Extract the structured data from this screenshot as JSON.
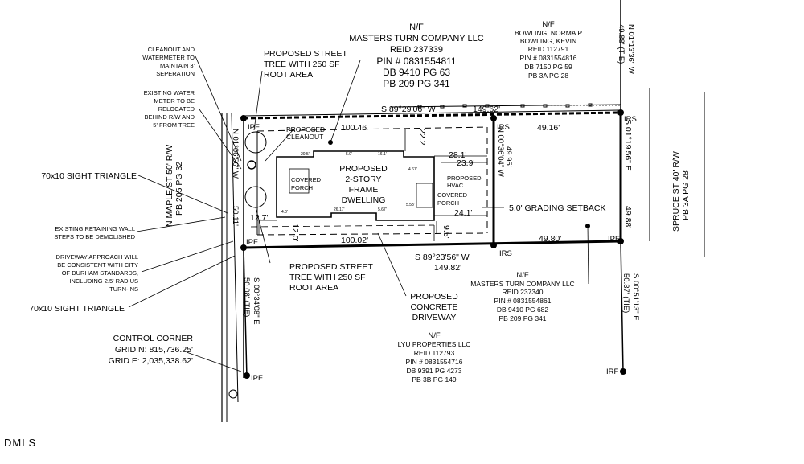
{
  "north": {
    "nf": "N/F",
    "owner": "MASTERS TURN COMPANY LLC",
    "reid": "REID 237339",
    "pin": "PIN # 0831554811",
    "db": "DB 9410 PG 63",
    "pb": "PB 209 PG 341"
  },
  "northeast": {
    "nf": "N/F",
    "owner1": "BOWLING, NORMA P",
    "owner2": "BOWLING, KEVIN",
    "reid": "REID 112791",
    "pin": "PIN # 0831554816",
    "db": "DB 7150 PG 59",
    "pb": "PB 3A PG 28"
  },
  "east": {
    "nf": "N/F",
    "owner": "MASTERS TURN COMPANY LLC",
    "reid": "REID 237340",
    "pin": "PIN # 0831554861",
    "db": "DB 9410 PG 682",
    "pb": "PB 209 PG 341"
  },
  "south": {
    "nf": "N/F",
    "owner": "LYU PROPERTIES LLC",
    "reid": "REID 112793",
    "pin": "PIN # 0831554716",
    "db": "DB 9391 PG 4273",
    "pb": "PB 3B PG 149"
  },
  "streets": {
    "maple": "N MAPLE ST 50' R/W",
    "maple_ref": "PB 205 PG 32",
    "spruce": "SPRUCE ST 40' R/W",
    "spruce_ref": "PB 3A PG 28"
  },
  "callouts": {
    "cleanout_water": [
      "CLEANOUT AND",
      "WATERMETER TO",
      "MAINTAIN 3'",
      "SEPERATION"
    ],
    "water_meter": [
      "EXISTING WATER",
      "METER TO BE",
      "RELOCATED",
      "BEHIND R/W AND",
      "5' FROM TREE"
    ],
    "sight_triangle_1": "70x10 SIGHT TRIANGLE",
    "retaining_wall": [
      "EXISTING RETAINING WALL",
      "STEPS TO BE DEMOLISHED"
    ],
    "driveway_approach": [
      "DRIVEWAY APPROACH WILL",
      "BE CONSISTENT WITH CITY",
      "OF DURHAM STANDARDS,",
      "INCLUDING 2.5' RADIUS",
      "TURN-INS"
    ],
    "sight_triangle_2": "70x10 SIGHT TRIANGLE",
    "street_tree_top": [
      "PROPOSED STREET",
      "TREE WITH 250 SF",
      "ROOT AREA"
    ],
    "street_tree_bottom": [
      "PROPOSED STREET",
      "TREE WITH 250 SF",
      "ROOT AREA"
    ],
    "proposed_cleanout": [
      "PROPOSED",
      "CLEANOUT"
    ],
    "dwelling": [
      "PROPOSED",
      "2-STORY",
      "FRAME",
      "DWELLING"
    ],
    "covered_porch_left": [
      "COVERED",
      "PORCH"
    ],
    "covered_porch_right": [
      "COVERED",
      "PORCH"
    ],
    "hvac": [
      "PROPOSED",
      "HVAC"
    ],
    "driveway": [
      "PROPOSED",
      "CONCRETE",
      "DRIVEWAY"
    ],
    "grading_setback": "5.0' GRADING SETBACK"
  },
  "control_corner": {
    "title": "CONTROL CORNER",
    "grid_n": "GRID N: 815,736.25'",
    "grid_e": "GRID E: 2,035,338.62'"
  },
  "bearings": {
    "north_line": "S 89°29'06\" W",
    "north_line_dist": "149.62'",
    "south_line": "S 89°23'56\" W",
    "south_line_dist": "149.82'",
    "east_tie": "N 01°13'36\" W",
    "east_tie_dist": "49.88' (TIE)",
    "lot_east": "S 01°19'56\" E",
    "lot_east_dist": "49.88'",
    "mid_line": "N 00°36'04\" W",
    "mid_line_dist": "49.95'",
    "west_tie": "S 00°34'08\" E",
    "west_tie_dist": "50.08' (TIE)",
    "east_south_tie": "S 00°51'13\" E",
    "east_south_tie_dist": "50.37' (TIE)",
    "maple_line": "N 01°06'56\" W",
    "maple_line_dist": "50.11'"
  },
  "distances": {
    "north_west": "100.46",
    "north_east": "49.16'",
    "south_west": "100.02'",
    "south_east": "49.80'",
    "d28": "28.1'",
    "d23": "23.9'",
    "d24": "24.1'",
    "d12_7": "12.7'",
    "d12_0": "12.0'",
    "d9_5": "9.5'",
    "d22_2": "22.2'"
  },
  "points": {
    "ipf": "IPF",
    "irs": "IRS",
    "irf": "IRF"
  },
  "watermark": "DMLS"
}
